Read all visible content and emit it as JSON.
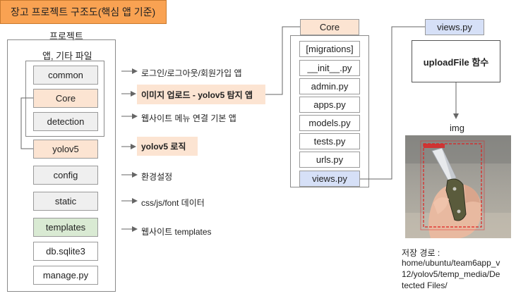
{
  "title": "장고 프로젝트 구조도(핵심 앱 기준)",
  "project": {
    "label": "프로젝트",
    "apps_label": "앱, 기타 파일",
    "items": [
      "common",
      "Core",
      "detection",
      "yolov5",
      "config",
      "static",
      "templates",
      "db.sqlite3",
      "manage.py"
    ]
  },
  "descriptions": {
    "common": "로그인/로그아웃/회원가입 앱",
    "core": "이미지 업로드 - yolov5 탐지 앱",
    "detection": "웹사이트 메뉴 연결 기본 앱",
    "yolov5": "yolov5 로직",
    "config": "환경설정",
    "static": "css/js/font 데이터",
    "templates": "웹사이트 templates"
  },
  "core_app": {
    "label": "Core",
    "files": [
      "[migrations]",
      "__init__.py",
      "admin.py",
      "apps.py",
      "models.py",
      "tests.py",
      "urls.py",
      "views.py"
    ]
  },
  "views": {
    "label": "views.py",
    "function": "uploadFile 함수",
    "img_label": "img"
  },
  "save_path": {
    "label": "저장 경로 :",
    "lines": [
      "home/ubuntu/team6app_v",
      "12/yolov5/temp_media/De",
      "tected Files/"
    ]
  },
  "colors": {
    "title_bg": "#f9a252",
    "app_bg": "#efefef",
    "highlight": "#fce4d2",
    "templates_bg": "#d9ead3",
    "views_bg": "#d6e0f7"
  }
}
